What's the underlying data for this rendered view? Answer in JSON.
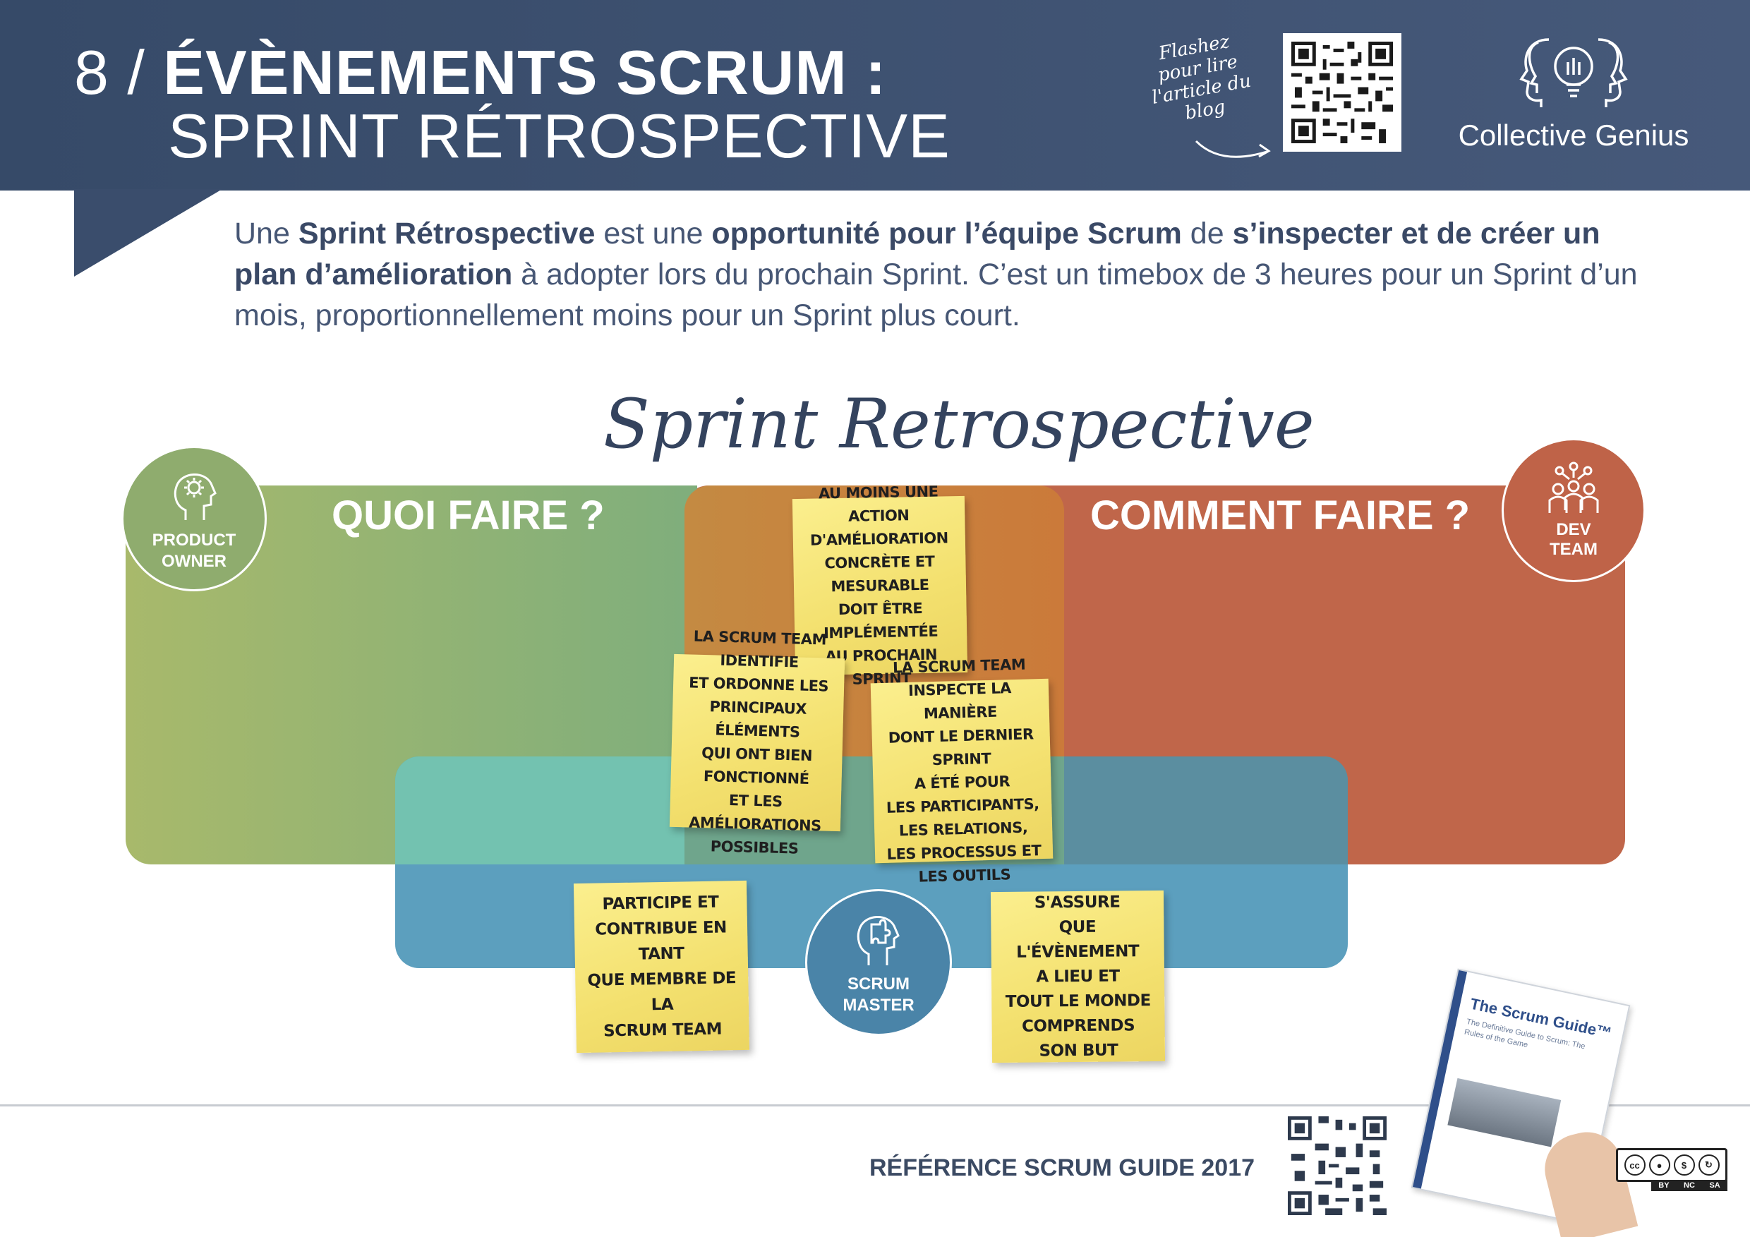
{
  "header": {
    "number": "8 /",
    "title_bold": "ÉVÈNEMENTS SCRUM :",
    "title_line2": "SPRINT RÉTROSPECTIVE",
    "flashez": "Flashez pour lire l'article du blog",
    "brand_name": "Collective Genius",
    "bg_color": "#364a68"
  },
  "intro": {
    "p1": "Une ",
    "b1": "Sprint Rétrospective",
    "p2": " est une ",
    "b2": "opportunité pour l’équipe Scrum",
    "p3": " de ",
    "b3": "s’inspecter et de créer un plan d’amélioration",
    "p4": " à adopter lors du prochain Sprint. C’est un timebox de 3 heures pour un Sprint d’un mois, proportionnellement moins pour un Sprint plus court."
  },
  "diagram": {
    "script_title": "Sprint Retrospective",
    "heading_left": "QUOI FAIRE ?",
    "heading_right": "COMMENT FAIRE ?",
    "roles": {
      "po_line1": "PRODUCT",
      "po_line2": "OWNER",
      "dev_line1": "DEV",
      "dev_line2": "TEAM",
      "sm_line1": "SCRUM",
      "sm_line2": "MASTER"
    },
    "notes": [
      "Au moins une action\nd'amélioration\nconcrète et mesurable\ndoit être implémentée\nau prochain Sprint",
      "La Scrum Team identifie\net ordonne les\nprincipaux éléments\nqui ont bien\nfonctionné\net les améliorations\npossibles",
      "La Scrum Team\ninspecte la manière\ndont le dernier Sprint\na été pour\nles participants,\nles relations,\nles processus et les outils",
      "Participe et\ncontribue en tant\nque membre de la\nScrum Team",
      "S'assure\nque l'évènement\na lieu et\ntout le monde\ncomprends\nson but"
    ],
    "colors": {
      "green": "#8fac6e",
      "red": "#c0664a",
      "blue": "#4e97b8",
      "sticky": "#f3e06e"
    }
  },
  "footer": {
    "reference": "RÉFÉRENCE SCRUM GUIDE 2017",
    "book_title": "The Scrum Guide™",
    "book_subtitle": "The Definitive Guide to Scrum: The Rules of the Game",
    "license_labels": [
      "BY",
      "NC",
      "SA"
    ],
    "license_cc": "cc"
  }
}
